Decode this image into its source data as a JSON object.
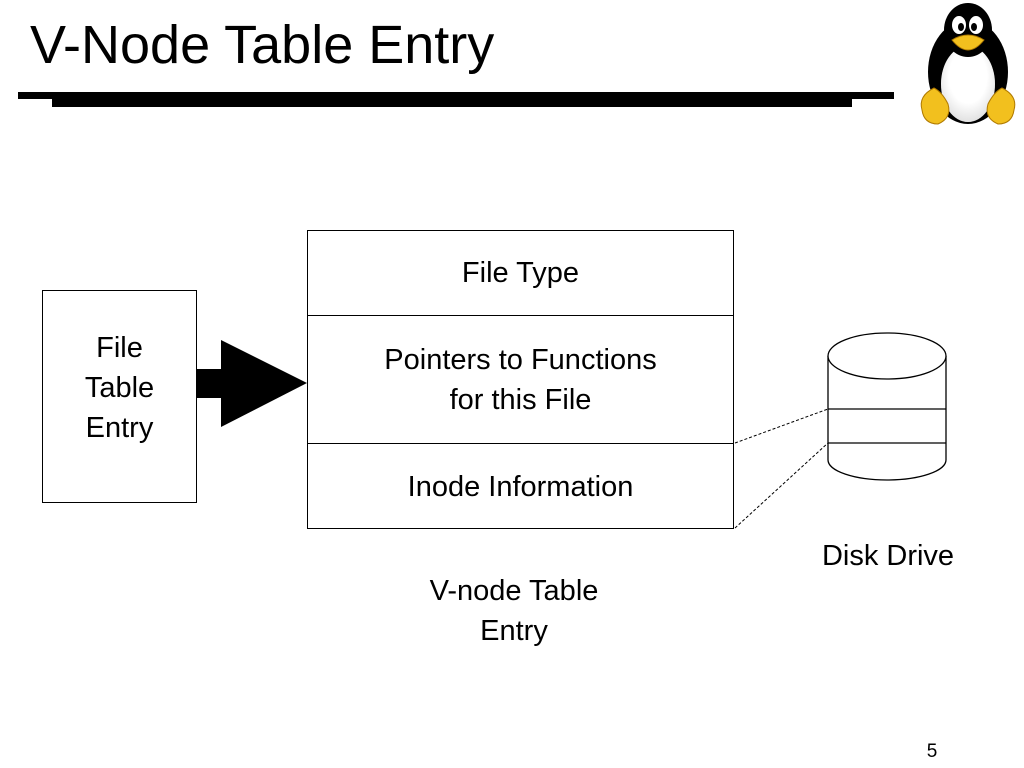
{
  "slide": {
    "title": "V-Node Table Entry",
    "page_number": "5",
    "logo_icon": "tux-penguin-icon"
  },
  "diagram": {
    "file_table_entry": "File\nTable\nEntry",
    "vnode_rows": [
      "File Type",
      "Pointers to Functions\nfor this File",
      "Inode Information"
    ],
    "vnode_caption": "V-node Table\nEntry",
    "disk_caption": "Disk Drive",
    "arrow_icon": "right-arrow-icon",
    "disk_icon": "cylinder-disk-icon"
  }
}
